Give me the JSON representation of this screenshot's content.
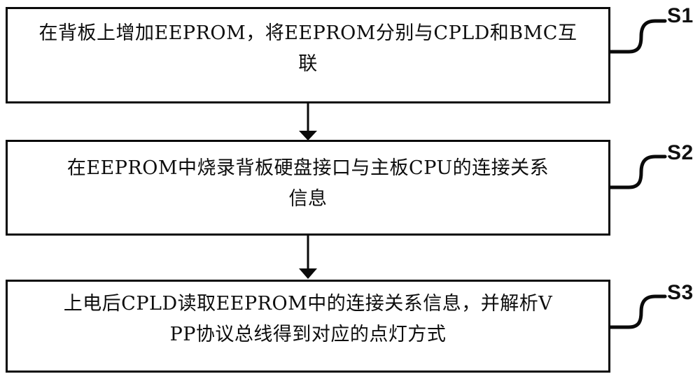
{
  "diagram": {
    "title": "EEPROM backplane drive-LED flowchart",
    "orientation": "vertical",
    "line_color": "#0a0a0a",
    "background": "#ffffff",
    "steps": [
      {
        "id": "S1",
        "label": "S1",
        "text": "在背板上增加EEPROM，将EEPROM分别与CPLD和BMC互\n联",
        "lines": [
          "在背板上增加EEPROM，将EEPROM分别与CPLD和BMC互",
          "联"
        ]
      },
      {
        "id": "S2",
        "label": "S2",
        "text": "在EEPROM中烧录背板硬盘接口与主板CPU的连接关系\n信息",
        "lines": [
          "在EEPROM中烧录背板硬盘接口与主板CPU的连接关系",
          "信息"
        ]
      },
      {
        "id": "S3",
        "label": "S3",
        "text": "上电后CPLD读取EEPROM中的连接关系信息，并解析V\nPP协议总线得到对应的点灯方式",
        "lines": [
          "上电后CPLD读取EEPROM中的连接关系信息，并解析V",
          "PP协议总线得到对应的点灯方式"
        ]
      }
    ],
    "connectors": [
      {
        "from": "S1",
        "to": "S2",
        "kind": "arrow-down"
      },
      {
        "from": "S2",
        "to": "S3",
        "kind": "arrow-down"
      }
    ],
    "leaders": [
      {
        "for": "S1",
        "kind": "s-curve-leader"
      },
      {
        "for": "S2",
        "kind": "s-curve-leader"
      },
      {
        "for": "S3",
        "kind": "s-curve-leader"
      }
    ]
  }
}
